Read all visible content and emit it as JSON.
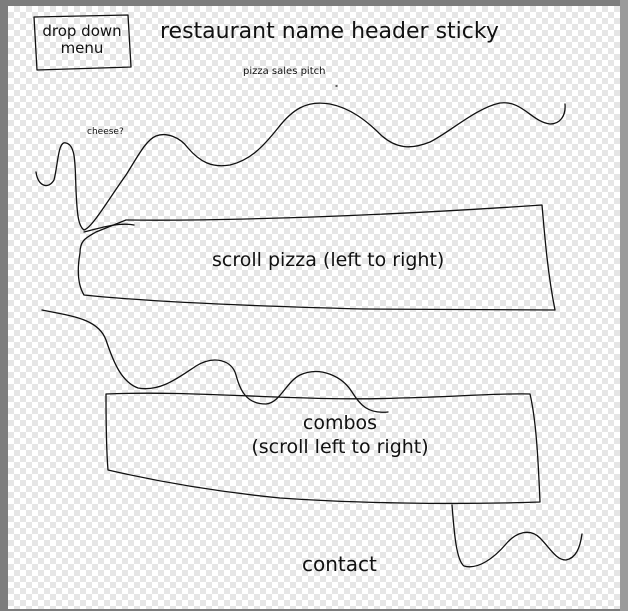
{
  "menu": {
    "label_line1": "drop down",
    "label_line2": "menu"
  },
  "header": {
    "title": "restaurant name header sticky"
  },
  "hero": {
    "pitch": "pizza sales pitch",
    "note": "cheese?"
  },
  "pizza_section": {
    "label": "scroll pizza (left to right)"
  },
  "combos_section": {
    "label_line1": "combos",
    "label_line2": "(scroll left to right)"
  },
  "footer": {
    "contact_label": "contact"
  },
  "colors": {
    "ink": "#111111",
    "checker_light": "#ffffff",
    "checker_dark": "#e6e6e6",
    "frame": "#7d7d7d"
  }
}
